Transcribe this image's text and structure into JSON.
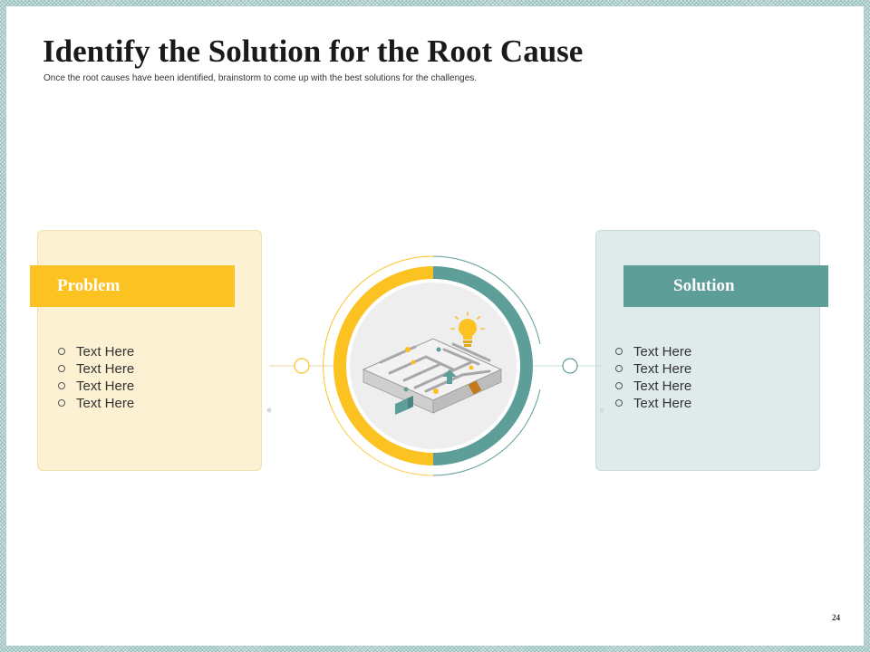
{
  "slide": {
    "title": "Identify the Solution for the Root Cause",
    "subtitle": "Once the root causes have been identified, brainstorm to come up with the best solutions for the challenges.",
    "page_number": "24"
  },
  "problem": {
    "heading": "Problem",
    "items": [
      "Text Here",
      "Text Here",
      "Text Here",
      "Text Here"
    ]
  },
  "solution": {
    "heading": "Solution",
    "items": [
      "Text Here",
      "Text Here",
      "Text Here",
      "Text Here"
    ]
  },
  "graphic": {
    "icons": [
      "maze-icon",
      "lightbulb-icon"
    ]
  },
  "colors": {
    "accent_yellow": "#fcc221",
    "accent_teal": "#5e9e99",
    "problem_bg": "#fdf1d3",
    "solution_bg": "#deebea"
  }
}
